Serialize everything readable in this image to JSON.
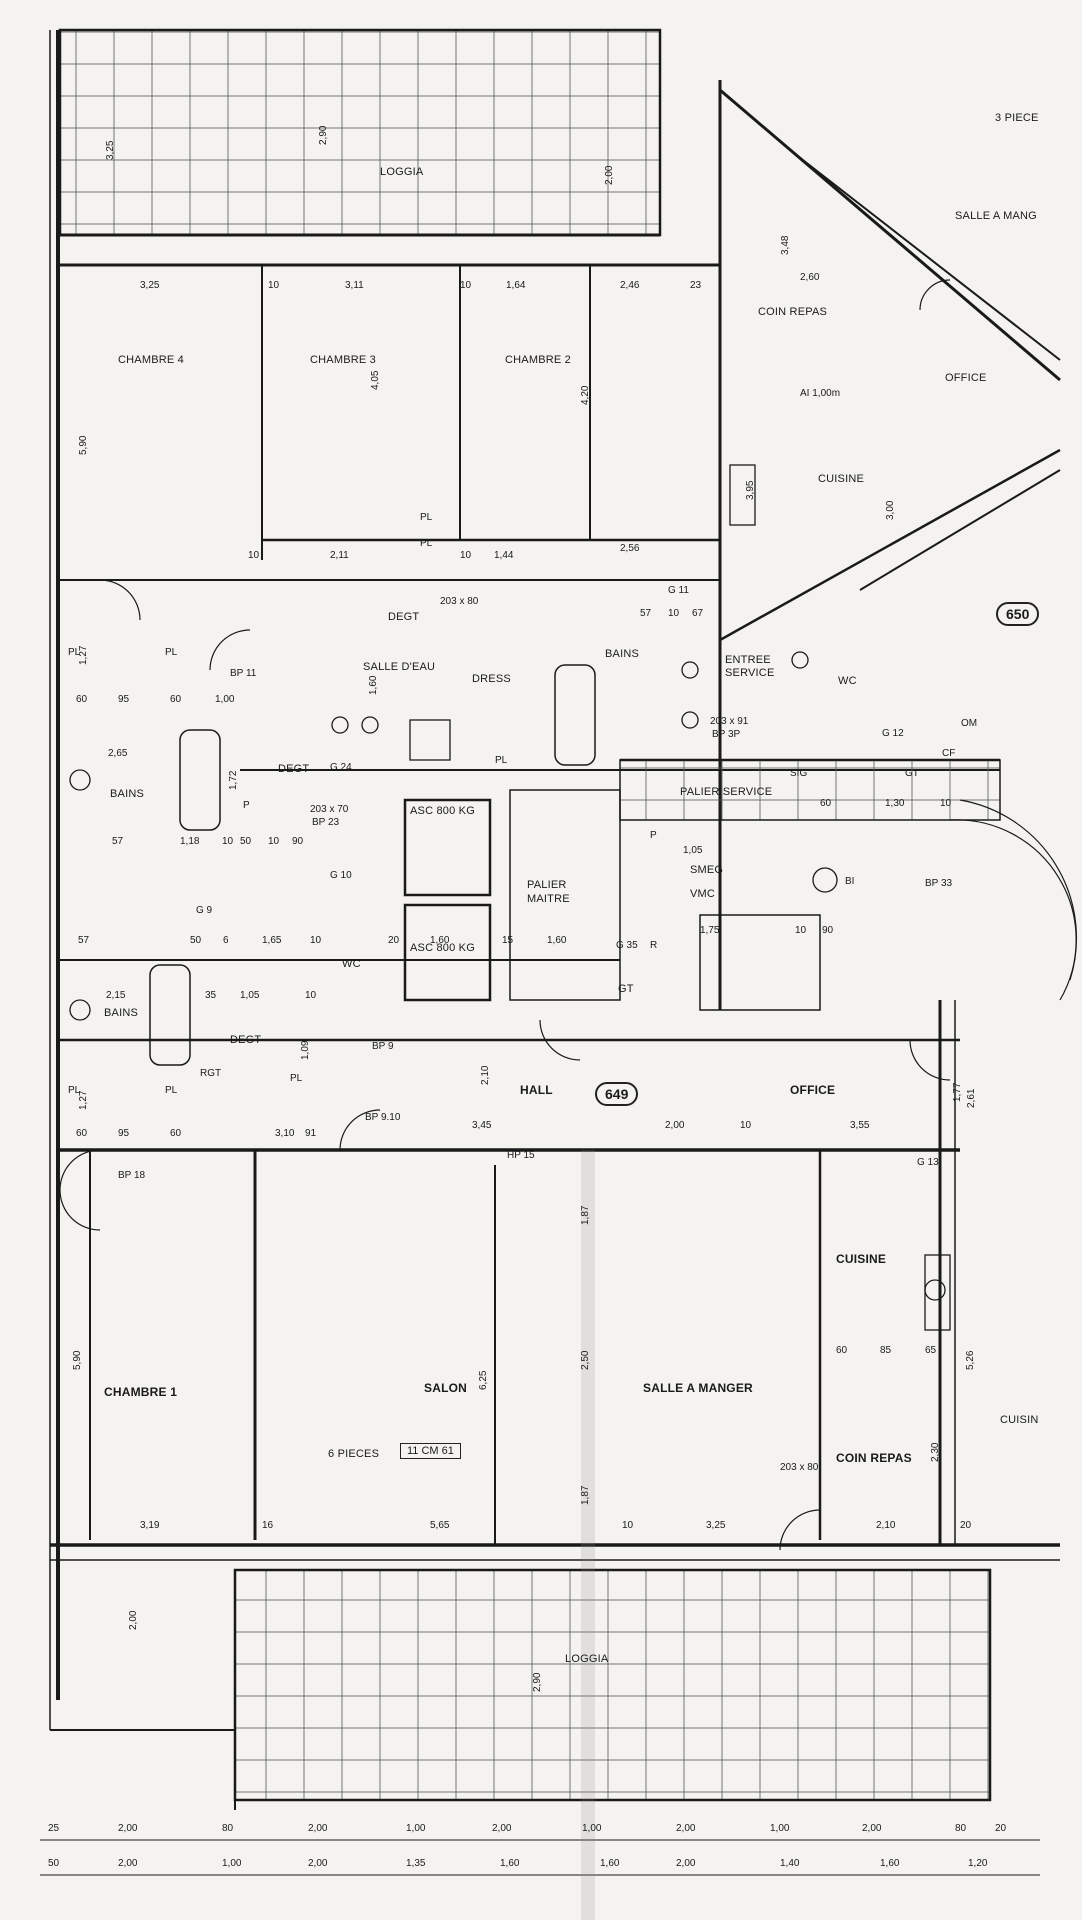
{
  "plan_numbers": {
    "main": "649",
    "adjacent": "650"
  },
  "apartment_label": "6 PIECES",
  "apartment_code": "11 CM 61",
  "top_right_note": "3 PIECE",
  "rooms": {
    "loggia_top": "LOGGIA",
    "chambre4": "CHAMBRE 4",
    "chambre3": "CHAMBRE 3",
    "chambre2": "CHAMBRE 2",
    "coin_repas_top": "COIN REPAS",
    "salle_a_manger_top": "SALLE A MANG",
    "office_top": "OFFICE",
    "cuisine_top": "CUISINE",
    "degt_top": "DEGT",
    "salle_deau": "SALLE D'EAU",
    "dress": "DRESS",
    "bains_top": "BAINS",
    "entree_service": "ENTREE",
    "entree_service2": "SERVICE",
    "wc_service": "WC",
    "bains_left": "BAINS",
    "degt_left": "DEGT",
    "palier_service": "PALIER SERVICE",
    "asc1": "ASC 800 KG",
    "asc2": "ASC 800 KG",
    "palier_maitre": "PALIER",
    "palier_maitre2": "MAITRE",
    "smeg": "SMEG",
    "vmc": "VMC",
    "gt": "GT",
    "wc_mid": "WC",
    "bains_low": "BAINS",
    "degt_low": "DEGT",
    "hall": "HALL",
    "office": "OFFICE",
    "chambre1": "CHAMBRE 1",
    "salon": "SALON",
    "salle_a_manger": "SALLE A MANGER",
    "cuisine": "CUISINE",
    "coin_repas": "COIN REPAS",
    "cuisine_right": "CUISIN",
    "loggia_bottom": "LOGGIA"
  },
  "small_labels": [
    "PL",
    "PL",
    "PL",
    "PL",
    "PL",
    "PL",
    "PL",
    "PL",
    "SIG",
    "GT",
    "G 24",
    "G 10",
    "G 9",
    "G 35",
    "G 11",
    "G 12",
    "G 13",
    "RGT",
    "OM",
    "CF",
    "P",
    "P"
  ],
  "dims_horizontal": {
    "top_row": [
      "3,25",
      "10",
      "3,11",
      "10",
      "1,64",
      "2,46",
      "23",
      "2,60"
    ],
    "mid_row": [
      "10",
      "2,11",
      "10",
      "1,44",
      "2,56"
    ],
    "left1": [
      "60",
      "95",
      "60",
      "1,00"
    ],
    "left2": [
      "2,65"
    ],
    "left3": [
      "57",
      "1,18",
      "10",
      "50",
      "10",
      "90"
    ],
    "left4": [
      "57",
      "50",
      "6",
      "1,65",
      "10",
      "20",
      "1,60",
      "15",
      "1,60"
    ],
    "left5": [
      "2,15",
      "35",
      "1,05",
      "10"
    ],
    "hall_row": [
      "60",
      "95",
      "60",
      "3,10",
      "91",
      "3,45",
      "2,00",
      "10",
      "3,55"
    ],
    "bottom_row": [
      "3,19",
      "16",
      "5,65",
      "10",
      "3,25",
      "2,10",
      "20"
    ],
    "service": [
      "57",
      "10",
      "67",
      "1,05",
      "1,75",
      "10",
      "90",
      "60",
      "1,30",
      "10"
    ],
    "kitchen": [
      "60",
      "85",
      "65"
    ],
    "footer1": [
      "25",
      "2,00",
      "80",
      "2,00",
      "1,00",
      "2,00",
      "1,00",
      "2,00",
      "1,00",
      "2,00",
      "80",
      "20"
    ],
    "footer2": [
      "50",
      "2,00",
      "1,00",
      "2,00",
      "1,35",
      "1,60",
      "1,60",
      "2,00",
      "1,40",
      "1,60",
      "1,20"
    ]
  },
  "dims_vertical": [
    "3,25",
    "2,90",
    "2,00",
    "3,48",
    "5,90",
    "4,05",
    "4,20",
    "3,95",
    "3,00",
    "1,60",
    "1,72",
    "1,27",
    "1,27",
    "6,25",
    "5,90",
    "2,50",
    "1,87",
    "1,87",
    "2,30",
    "5,26",
    "2,61",
    "1,77",
    "2,10",
    "1,09",
    "2,00",
    "2,90"
  ],
  "door_specs": [
    "203 x 80",
    "BP 9",
    "BP 11",
    "BP 18",
    "203 x 70",
    "BP 23",
    "203 x 91",
    "BP 3P",
    "BP 9.10",
    "HP 15",
    "203 x 80",
    "BP 33"
  ],
  "misc_text": {
    "tag_ai": "AI 1,00m",
    "r": "R",
    "bi": "BI"
  }
}
